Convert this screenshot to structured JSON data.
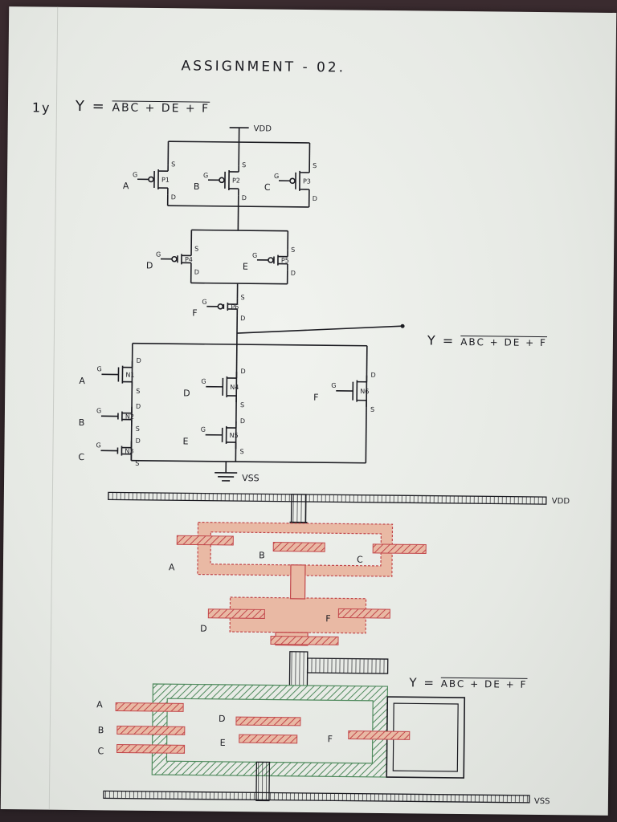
{
  "page": {
    "title": "ASSIGNMENT - 02.",
    "question_number": "1y",
    "equation_lhs": "Y =",
    "equation_rhs": "ABC + DE + F"
  },
  "schematic": {
    "vdd_label": "VDD",
    "vss_label": "VSS",
    "output_lhs": "Y =",
    "output_rhs": "ABC + DE + F",
    "pmos": [
      {
        "name": "P1",
        "gate": "A"
      },
      {
        "name": "P2",
        "gate": "B"
      },
      {
        "name": "P3",
        "gate": "C"
      },
      {
        "name": "P4",
        "gate": "D"
      },
      {
        "name": "P5",
        "gate": "E"
      },
      {
        "name": "P6",
        "gate": "F"
      }
    ],
    "nmos": [
      {
        "name": "N1",
        "gate": "A"
      },
      {
        "name": "N2",
        "gate": "B"
      },
      {
        "name": "N3",
        "gate": "C"
      },
      {
        "name": "N4",
        "gate": "D"
      },
      {
        "name": "N5",
        "gate": "E"
      },
      {
        "name": "N6",
        "gate": "F"
      }
    ],
    "terminal_labels": {
      "source": "S",
      "drain": "D",
      "gate": "G"
    }
  },
  "layout_sketch": {
    "vdd_label": "VDD",
    "vss_label": "VSS",
    "output_lhs": "Y =",
    "output_rhs": "ABC + DE + F",
    "pmos_inputs": [
      "A",
      "B",
      "C",
      "D",
      "F"
    ],
    "nmos_inputs": [
      "A",
      "B",
      "C",
      "D",
      "E",
      "F"
    ],
    "colors": {
      "pdiff": "#e9b9a4",
      "poly": "#c2474b",
      "ndiff": "#4f8a5d",
      "metal": "#1c1c22"
    }
  }
}
